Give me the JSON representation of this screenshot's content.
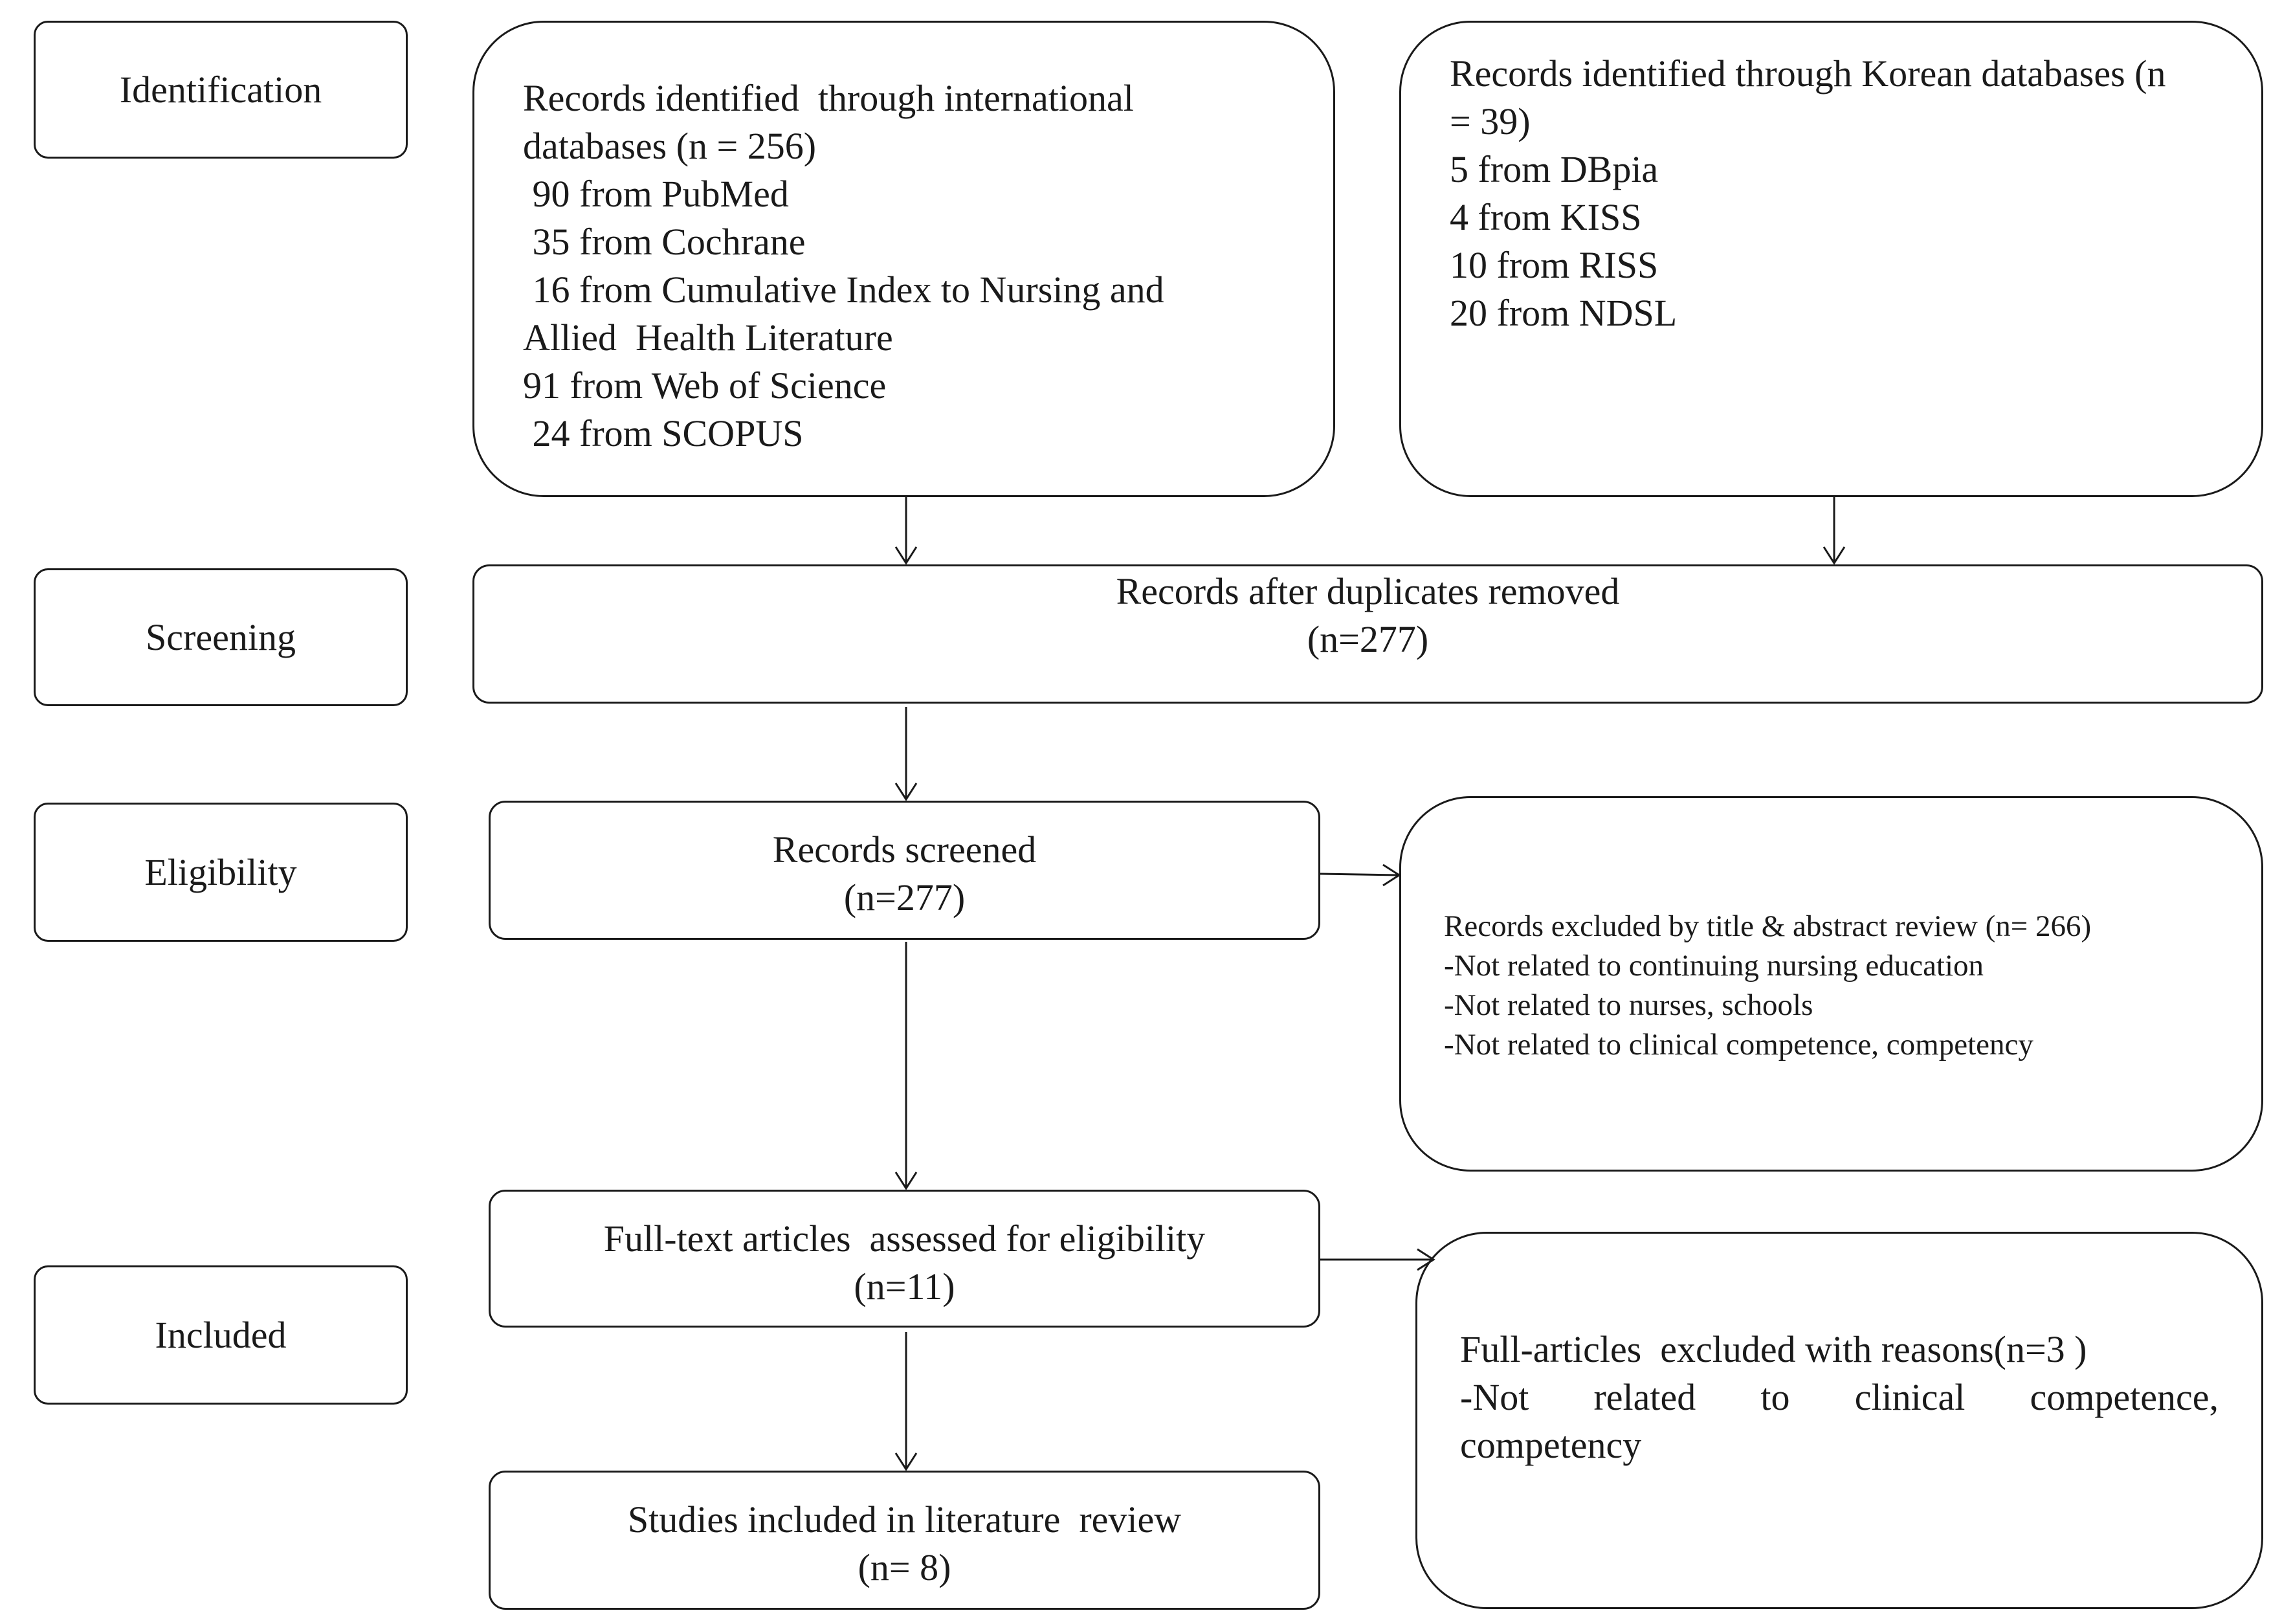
{
  "stages": {
    "identification": "Identification",
    "screening": "Screening",
    "eligibility": "Eligibility",
    "included": "Included"
  },
  "international": {
    "lines": [
      "Records identified  through international",
      "databases (n = 256)",
      " 90 from PubMed",
      " 35 from Cochrane",
      " 16 from Cumulative Index to Nursing and",
      "Allied  Health Literature",
      "91 from Web of Science",
      " 24 from SCOPUS"
    ]
  },
  "korean": {
    "lines": [
      "Records identified through Korean databases (n",
      "= 39)",
      "5 from DBpia",
      "4 from KISS",
      "10 from RISS",
      "20 from NDSL"
    ]
  },
  "duplicates": {
    "title": "Records after duplicates removed",
    "count": "(n=277)"
  },
  "screened": {
    "title": "Records screened",
    "count": "(n=277)"
  },
  "excluded_title": {
    "lines": [
      "Records excluded by title & abstract review (n= 266)",
      "-Not related to continuing nursing education",
      "-Not related to nurses, schools",
      "-Not related to clinical competence, competency"
    ]
  },
  "fulltext": {
    "title": "Full-text articles  assessed for eligibility",
    "count": "(n=11)"
  },
  "excluded_full": {
    "line1": "Full-articles  excluded with reasons(n=3 )",
    "line2_words": [
      "-Not",
      "related",
      "to",
      "clinical",
      "competence,"
    ],
    "line3": "competency"
  },
  "included_studies": {
    "title": "Studies included in literature  review",
    "count": "(n= 8)"
  }
}
